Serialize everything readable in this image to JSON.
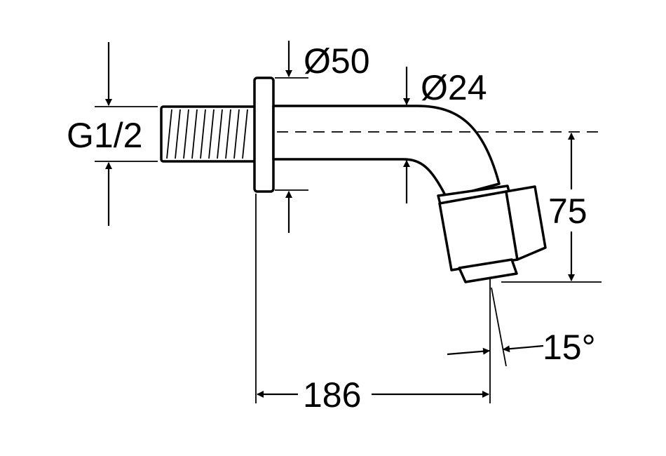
{
  "labels": {
    "thread": "G1/2",
    "flange_diameter": "Ø50",
    "pipe_diameter": "Ø24",
    "height": "75",
    "length": "186",
    "angle": "15°"
  }
}
